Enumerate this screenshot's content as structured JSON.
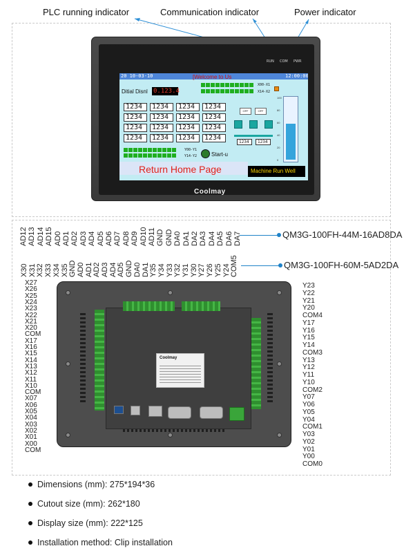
{
  "indicators": {
    "plc_running": "PLC running indicator",
    "communication": "Communication indicator",
    "power": "Power indicator"
  },
  "front_panel": {
    "led_labels": [
      "RUN",
      "COM",
      "PWR"
    ],
    "brand": "Coolmay",
    "screen": {
      "date": "20 10-03-10",
      "clock": "12:00:00",
      "welcome": "[Welcome to Us",
      "digital_display_label": "Ditial Disnl",
      "digital_display_value": "0.123.4",
      "x_label_1": "X00-X1",
      "x_label_2": "X14-X2",
      "y_label_1": "Y00-Y1",
      "y_label_2": "Y14-Y2",
      "start_label": "Start-u",
      "num_value": "1234",
      "off_label": "OFF",
      "small_value": "1234",
      "return_label": "Return Home Page",
      "status_label": "Machine Run Well",
      "gauge_ticks": [
        "100",
        "80",
        "60",
        "40",
        "20",
        "0"
      ]
    }
  },
  "rear": {
    "top_terminals": [
      "AD12",
      "AD13",
      "AD14",
      "AD15",
      "AD0",
      "AD1",
      "AD2",
      "AD3",
      "AD4",
      "AD5",
      "AD6",
      "AD7",
      "AD8",
      "AD9",
      "AD10",
      "AD11",
      "GND",
      "GND",
      "DA0",
      "DA1",
      "DA2",
      "DA3",
      "DA4",
      "DA5",
      "DA6",
      "DA7"
    ],
    "model_1": "QM3G-100FH-44M-16AD8DA",
    "second_terminals": [
      "X30",
      "X31",
      "X32",
      "X33",
      "X34",
      "X35",
      "GND",
      "AD0",
      "AD1",
      "AD2",
      "AD3",
      "AD4",
      "AD5",
      "GND",
      "DA0",
      "DA1",
      "Y35",
      "Y34",
      "Y33",
      "Y32",
      "Y31",
      "Y30",
      "Y27",
      "Y26",
      "Y25",
      "Y24",
      "COM5"
    ],
    "model_2": "QM3G-100FH-60M-5AD2DA",
    "left_labels": [
      "X27",
      "X26",
      "X25",
      "X24",
      "X23",
      "X22",
      "X21",
      "X20",
      "COM",
      "X17",
      "X16",
      "X15",
      "X14",
      "X13",
      "X12",
      "X11",
      "X10",
      "COM",
      "X07",
      "X06",
      "X05",
      "X04",
      "X03",
      "X02",
      "X01",
      "X00",
      "COM"
    ],
    "right_labels": [
      "Y23",
      "Y22",
      "Y21",
      "Y20",
      "COM4",
      "Y17",
      "Y16",
      "Y15",
      "Y14",
      "COM3",
      "Y13",
      "Y12",
      "Y11",
      "Y10",
      "COM2",
      "Y07",
      "Y06",
      "Y05",
      "Y04",
      "COM1",
      "Y03",
      "Y02",
      "Y01",
      "Y00",
      "COM0"
    ],
    "sticker_brand": "Coolmay"
  },
  "specs": [
    "Dimensions (mm): 275*194*36",
    "Cutout size (mm): 262*180",
    "Display size (mm): 222*125",
    "Installation method: Clip installation"
  ]
}
